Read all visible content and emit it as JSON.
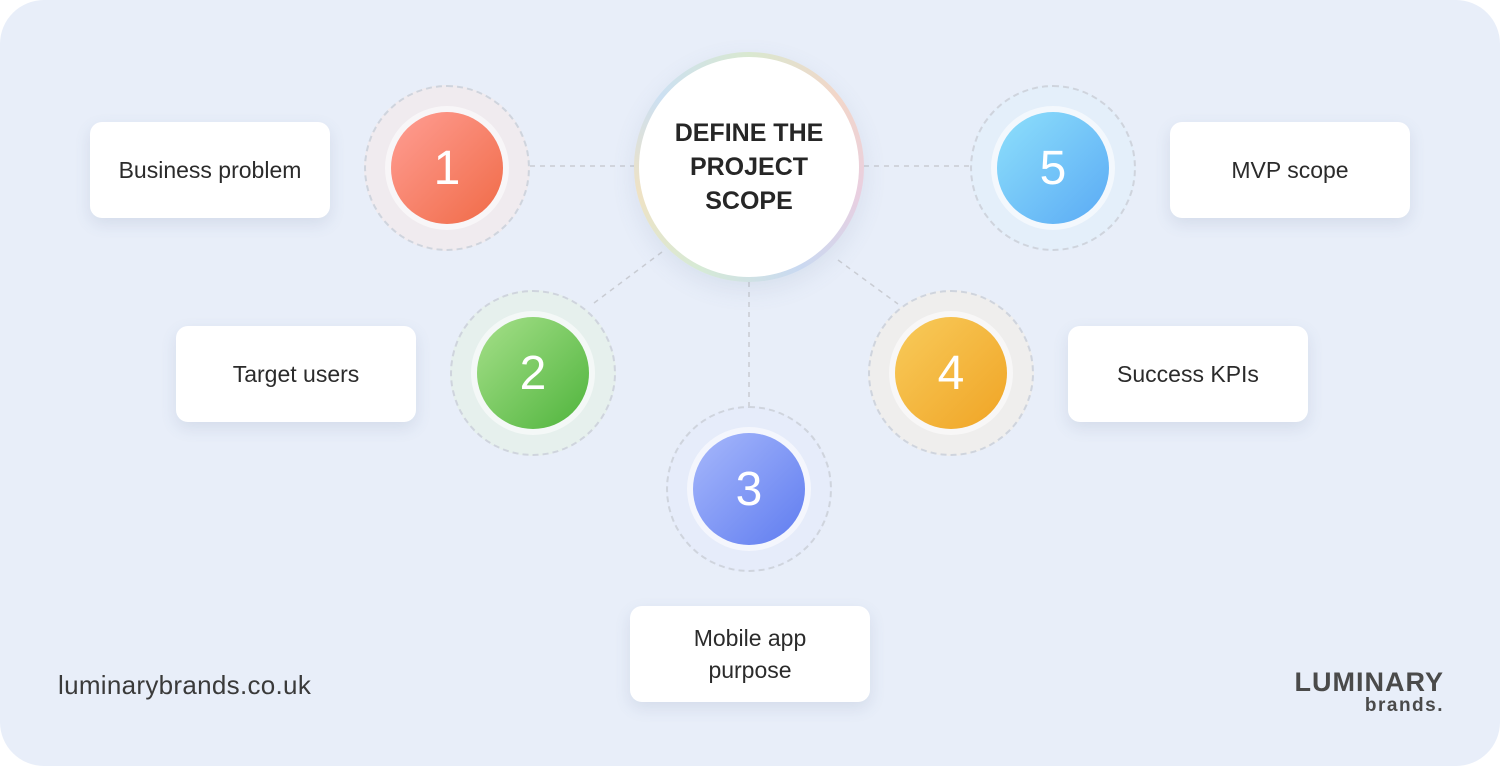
{
  "center_title": "DEFINE THE PROJECT SCOPE",
  "steps": [
    {
      "number": "1",
      "label": "Business problem",
      "color_from": "#ff9e94",
      "color_to": "#f06a46"
    },
    {
      "number": "2",
      "label": "Target users",
      "color_from": "#a6e08a",
      "color_to": "#4fb43c"
    },
    {
      "number": "3",
      "label": "Mobile app purpose",
      "color_from": "#a7b8fb",
      "color_to": "#5f7cf0"
    },
    {
      "number": "4",
      "label": "Success KPIs",
      "color_from": "#f8cb5b",
      "color_to": "#f0a425"
    },
    {
      "number": "5",
      "label": "MVP scope",
      "color_from": "#8ee0fb",
      "color_to": "#5aaaf5"
    }
  ],
  "footer": {
    "url": "luminarybrands.co.uk",
    "logo_top": "LUMINARY",
    "logo_bottom": "brands."
  },
  "colors": {
    "background": "#e8eef9",
    "card": "#ffffff",
    "connector": "#c9ccd3"
  }
}
